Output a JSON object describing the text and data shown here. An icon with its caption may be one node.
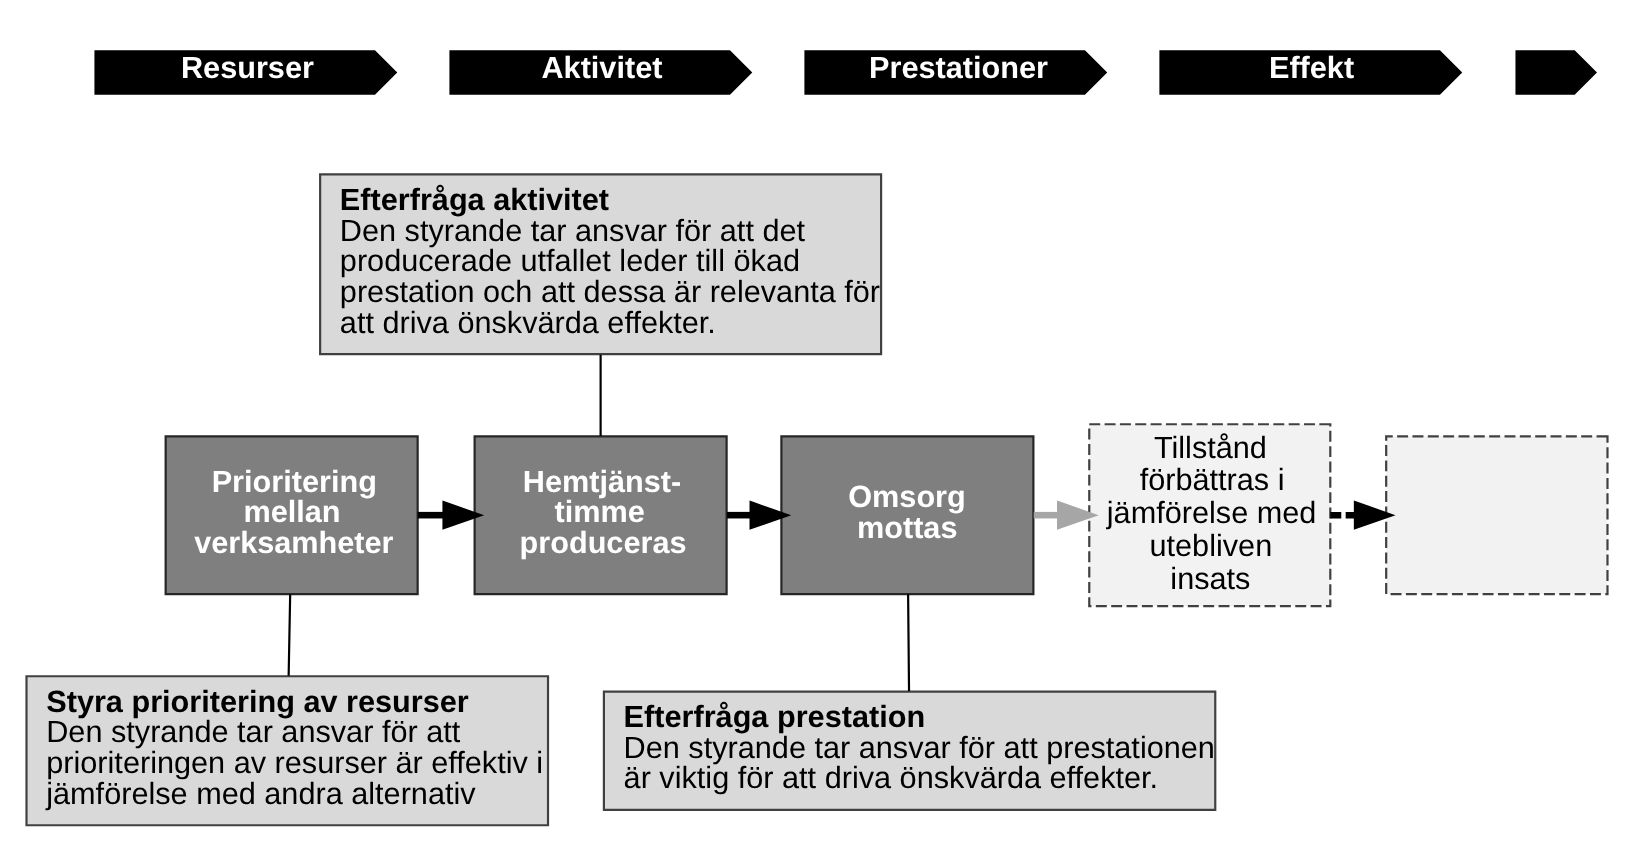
{
  "diagram": {
    "nodes": [
      {
        "text": [
          "Resurser"
        ]
      },
      {
        "text": [
          "Aktivitet"
        ]
      },
      {
        "text": [
          "Prestationer"
        ]
      },
      {
        "text": [
          "Effekt"
        ]
      },
      {
        "text": [],
        "shape": "chevron"
      },
      {
        "text": [
          "Efterfråga aktivitet",
          "Den styrande tar ansvar för att det producerade utfallet leder till ökad prestation och att dessa är relevanta för att driva önskvärda effekter."
        ]
      },
      {
        "text": [
          "Prioritering mellan verksamheter"
        ]
      },
      {
        "text": [
          "Hemtjänst- timme produceras"
        ]
      },
      {
        "text": [
          "Omsorg mottas"
        ]
      },
      {
        "text": [
          "Tillstånd förbättras i jämförelse med utebliven insats"
        ]
      },
      {
        "text": [],
        "shape": "box"
      },
      {
        "text": [
          "Styra prioritering av resurser",
          "Den styrande tar ansvar för att prioriteringen av resurser är effektiv i jämförelse med andra alternativ"
        ]
      },
      {
        "text": [
          "Efterfråga prestation",
          "Den styrande tar ansvar för att prestationen är viktig för att driva önskvärda effekter."
        ]
      }
    ],
    "edges": [
      {
        "from": 6,
        "to": 7,
        "arrow": "to"
      },
      {
        "from": 7,
        "to": 8,
        "arrow": "to"
      },
      {
        "from": 8,
        "to": 9,
        "arrow": "to",
        "color": "#a6a6a6"
      },
      {
        "from": 9,
        "to": 10,
        "arrow": "to",
        "style": "dashed"
      },
      {
        "from": 5,
        "to": 7,
        "arrow": "none"
      },
      {
        "from": 6,
        "to": 11,
        "arrow": "none"
      },
      {
        "from": 8,
        "to": 12,
        "arrow": "none"
      }
    ]
  }
}
